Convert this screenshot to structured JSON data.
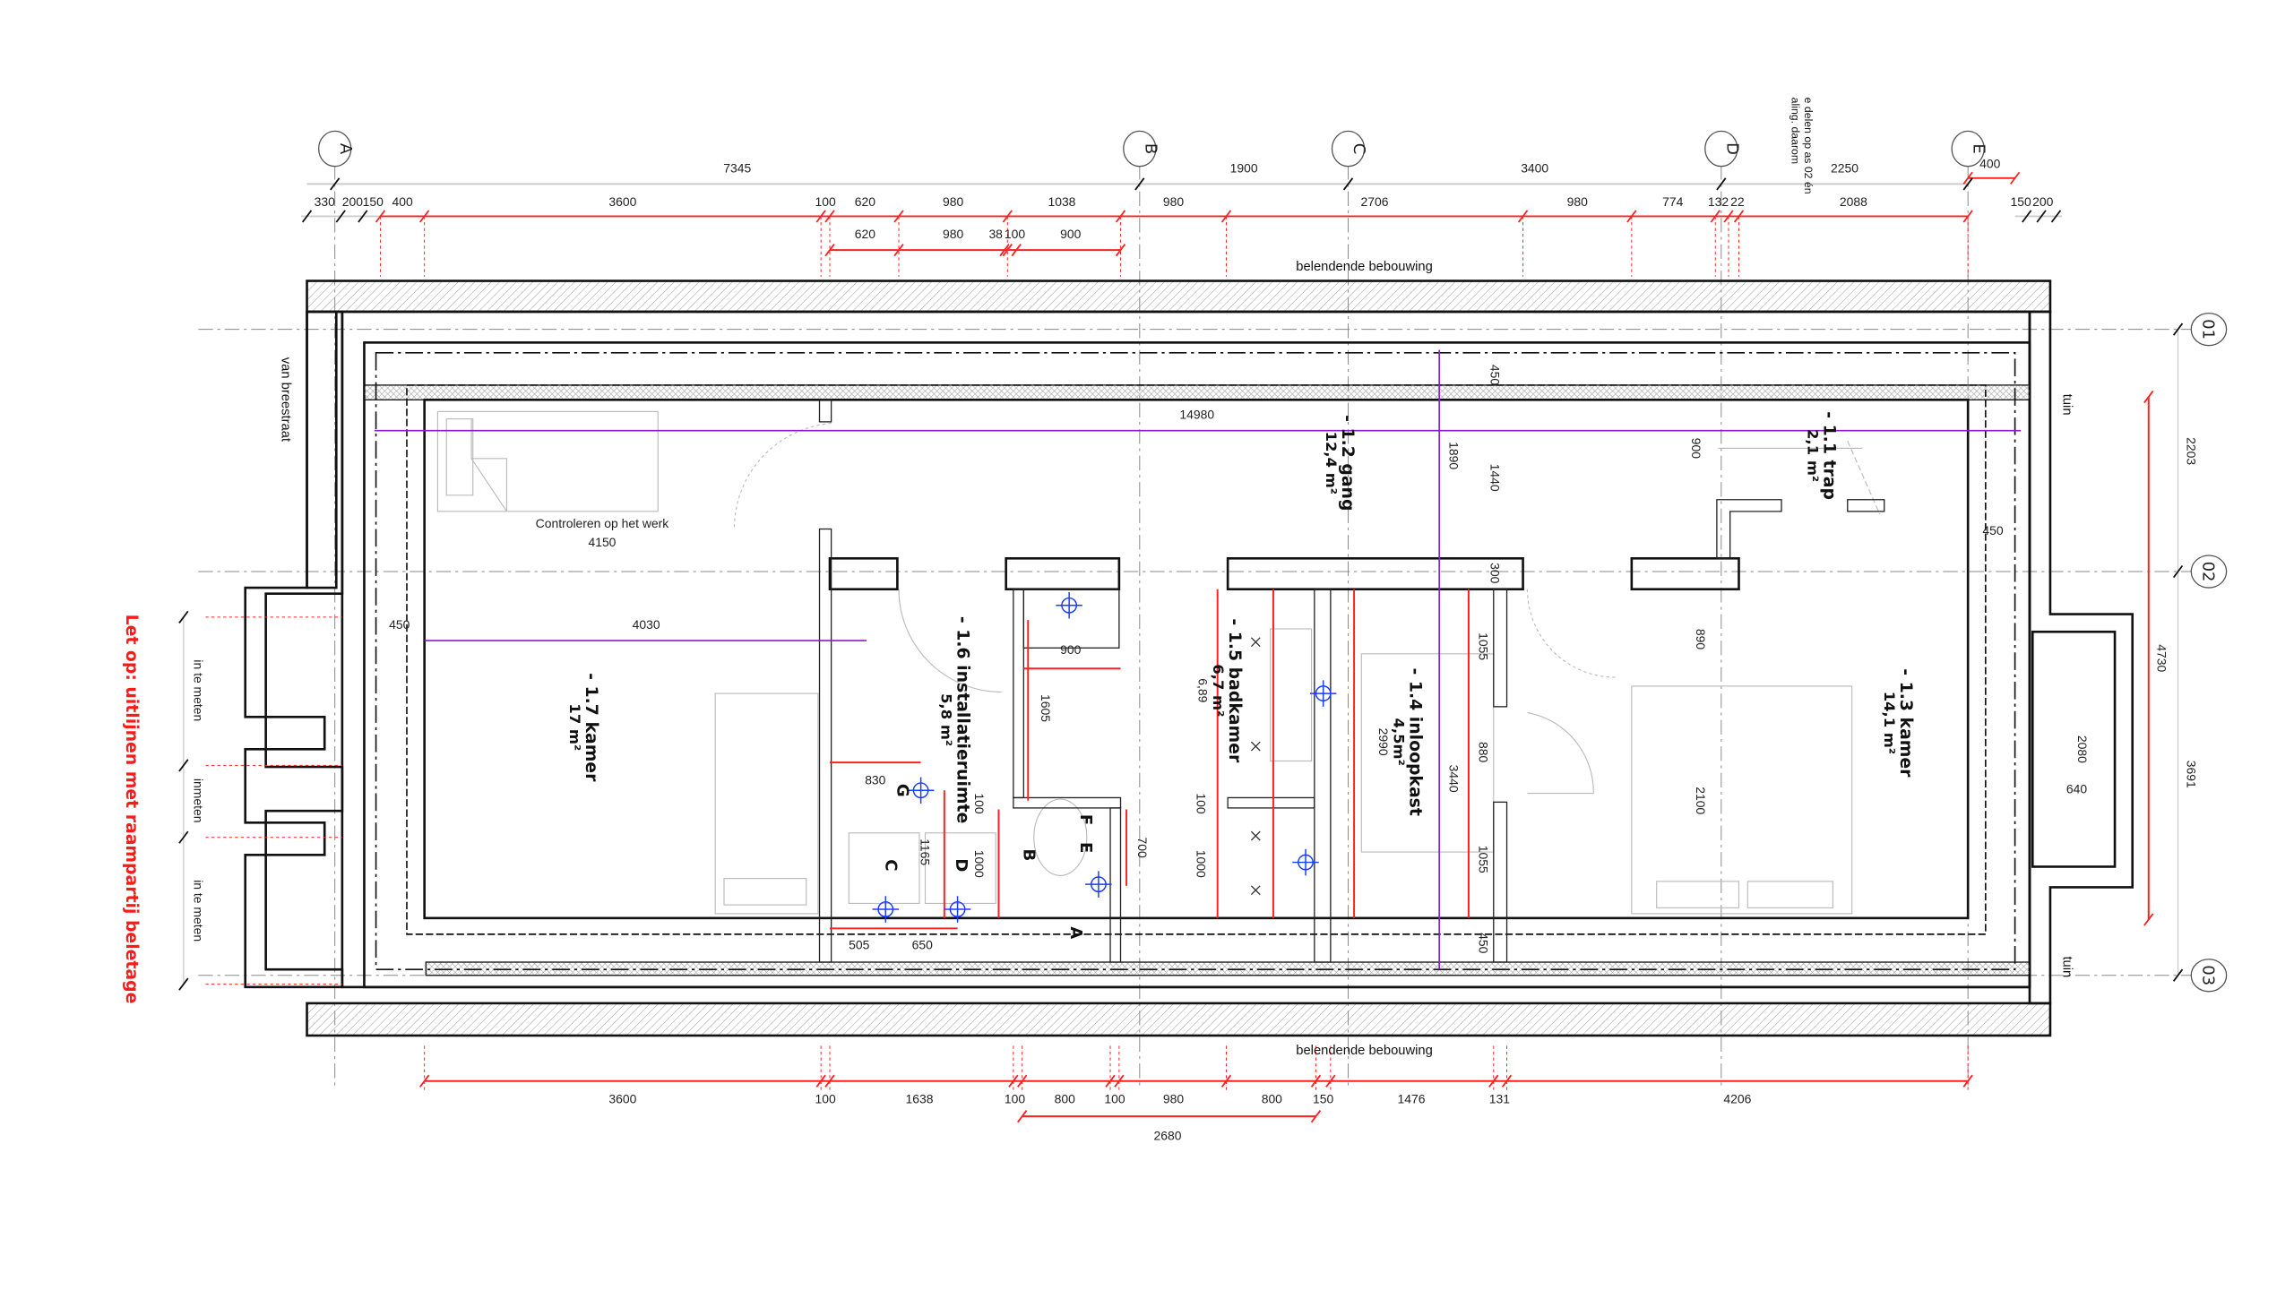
{
  "labels": {
    "neighbor_top": "belendende bebouwing",
    "neighbor_bottom": "belendende bebouwing",
    "street": "van breestraat",
    "garden_top": "tuin",
    "garden_bottom": "tuin",
    "check_note": "Controleren op het werk",
    "check_value": "4150",
    "warning": "Let op: uitlijnen met raampartij beletage",
    "note_line1": "e delen op as 02 én",
    "note_line2": "aling. daarom"
  },
  "grid_axes": {
    "columns": [
      "A",
      "B",
      "C",
      "D",
      "E"
    ],
    "rows": [
      "01",
      "02",
      "03"
    ]
  },
  "rooms": [
    {
      "name": "- 1.7 kamer",
      "area": "17 m²"
    },
    {
      "name": "- 1.6 installatieruimte",
      "area": "5,8 m²"
    },
    {
      "name": "- 1.5 badkamer",
      "area": "6,7 m²",
      "extra": "6,89"
    },
    {
      "name": "- 1.4 inloopkast",
      "area": "4,5m²",
      "extra": "2990"
    },
    {
      "name": "- 1.2 gang",
      "area": "12,4 m²"
    },
    {
      "name": "- 1.1 trap",
      "area": "2,1 m²"
    },
    {
      "name": "- 1.3 kamer",
      "area": "14,1 m²"
    }
  ],
  "measure_notes": [
    "in te meten",
    "inmeten",
    "in te meten"
  ],
  "fixture_letters": [
    "G",
    "C",
    "D",
    "B",
    "F",
    "E",
    "A"
  ],
  "dimensions": {
    "top_overall": [
      "7345",
      "1900",
      "3400",
      "2250",
      "400"
    ],
    "top_main": [
      "330",
      "200",
      "150",
      "400",
      "3600",
      "100",
      "620",
      "980",
      "1038",
      "980",
      "2706",
      "980",
      "774",
      "132",
      "22",
      "2088",
      "150",
      "200"
    ],
    "top_detail": [
      "620",
      "980",
      "38",
      "100",
      "900"
    ],
    "bottom_main": [
      "3600",
      "100",
      "1638",
      "100",
      "800",
      "100",
      "980",
      "800",
      "150",
      "1476",
      "131",
      "4206"
    ],
    "bottom_detail": [
      "2680"
    ],
    "right": [
      "2203",
      "4730",
      "3691",
      "2080",
      "640",
      "450"
    ],
    "interior": [
      "14980",
      "4030",
      "450",
      "1890",
      "1440",
      "450",
      "300",
      "1055",
      "880",
      "3440",
      "1055",
      "450",
      "900",
      "890",
      "2100",
      "900",
      "1605",
      "830",
      "1165",
      "1000",
      "100",
      "700",
      "100",
      "1000",
      "505",
      "650"
    ]
  },
  "colors": {
    "dimension_red": "#ff2020",
    "dimension_purple": "#8a1ad0",
    "fixture_blue": "#1a3cff",
    "wall": "#111111"
  }
}
